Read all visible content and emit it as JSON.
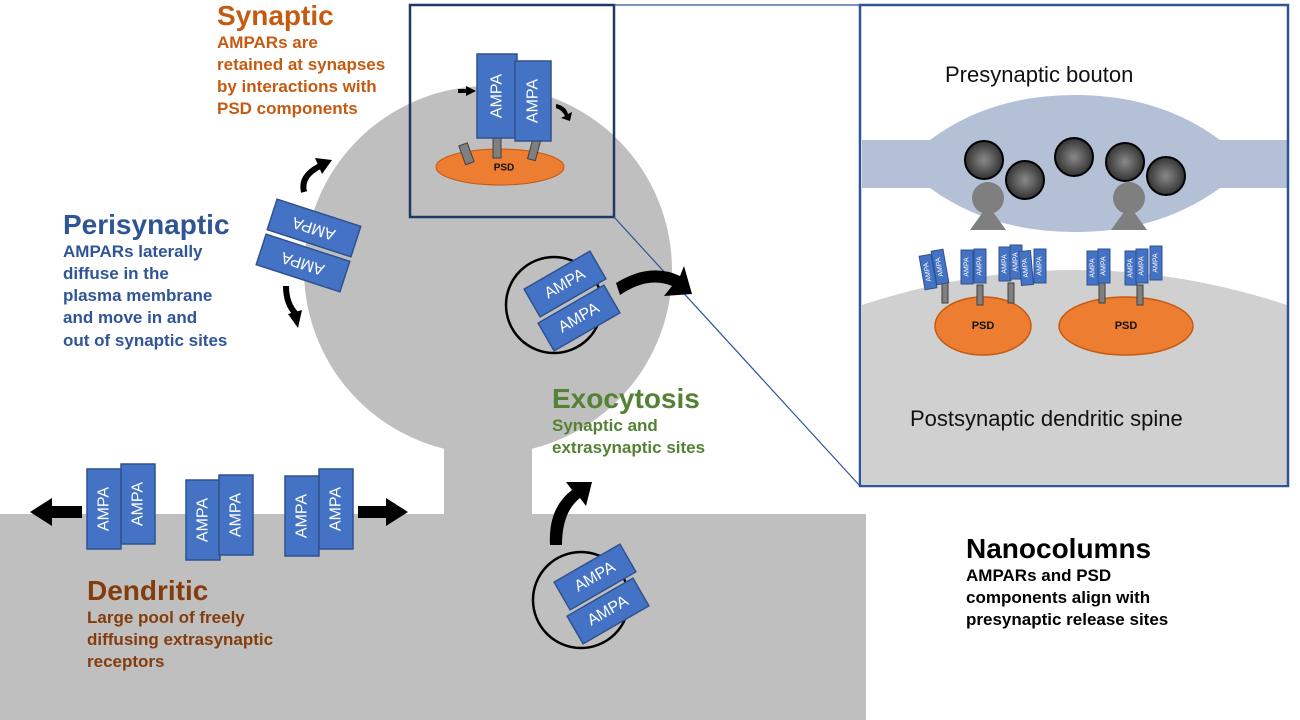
{
  "colors": {
    "receptor": "#4472c4",
    "receptor_border": "#2f528f",
    "psd": "#ed7d31",
    "cell": "#bfbfbf",
    "presynaptic": "#b4c0d6",
    "synaptic": "#c55a11",
    "perisynaptic": "#2f5597",
    "exocytosis": "#548235",
    "dendritic": "#843c0c",
    "nanocolumns": "#000000"
  },
  "receptor_label": "AMPA",
  "psd_label": "PSD",
  "synaptic": {
    "title": "Synaptic",
    "lines": [
      "AMPARs are",
      "retained at synapses",
      "by interactions with",
      "PSD components"
    ]
  },
  "perisynaptic": {
    "title": "Perisynaptic",
    "lines": [
      "AMPARs laterally",
      "diffuse in the",
      "plasma membrane",
      "and move in and",
      "out of synaptic sites"
    ]
  },
  "exocytosis": {
    "title": "Exocytosis",
    "lines": [
      "Synaptic and",
      "extrasynaptic sites"
    ]
  },
  "dendritic": {
    "title": "Dendritic",
    "lines": [
      "Large pool of freely",
      "diffusing extrasynaptic",
      "receptors"
    ]
  },
  "nanocolumns": {
    "title": "Nanocolumns",
    "lines": [
      "AMPARs and PSD",
      "components align with",
      "presynaptic release sites"
    ]
  },
  "inset": {
    "presynaptic_label": "Presynaptic bouton",
    "postsynaptic_label": "Postsynaptic dendritic spine"
  }
}
